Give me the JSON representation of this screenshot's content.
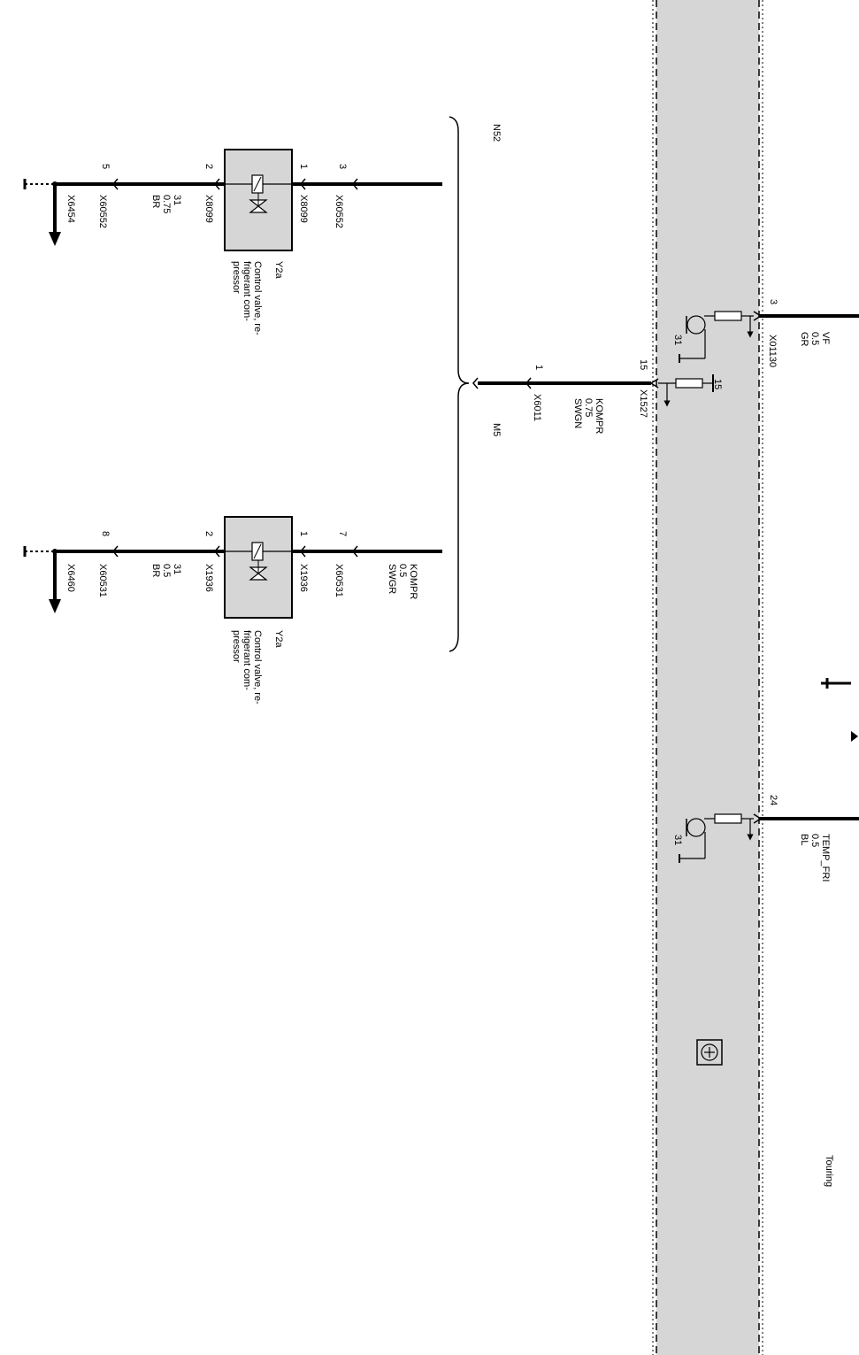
{
  "module": {
    "pin_vf": "3",
    "pin_komp": "15",
    "pin_temp": "24",
    "ground_31": "31",
    "terminal_15": "15"
  },
  "wires": {
    "vf": {
      "name": "VF",
      "size": "0.5",
      "color": "GR",
      "connector": "X01130"
    },
    "temp": {
      "name": "TEMP_FRI",
      "size": "0.5",
      "color": "BL"
    },
    "kompr_main": {
      "name": "KOMPR",
      "size": "0.75",
      "color": "SWGN",
      "connector_module": "X1527",
      "pin_splice": "1",
      "connector_splice": "X6011"
    }
  },
  "variants": {
    "n52": "N52",
    "m5": "M5",
    "touring": "Touring"
  },
  "valve_a": {
    "ref": "Y2a",
    "desc1": "Control valve, re-",
    "desc2": "frigerant com-",
    "desc3": "pressor",
    "pin_top_outer": "3",
    "pin_top_inner": "1",
    "conn_top_outer": "X60552",
    "conn_top_inner": "X8099",
    "pin_bot_inner": "2",
    "pin_bot_outer": "5",
    "conn_bot_inner": "X8099",
    "conn_bot_outer": "X60552",
    "gnd_wire": "31",
    "gnd_size": "0.75",
    "gnd_color": "BR",
    "gnd_point": "X6454"
  },
  "valve_b": {
    "ref": "Y2a",
    "desc1": "Control valve, re-",
    "desc2": "frigerant com-",
    "desc3": "pressor",
    "wire_name": "KOMPR",
    "wire_size": "0.5",
    "wire_color": "SWGR",
    "pin_top_outer": "7",
    "pin_top_inner": "1",
    "conn_top_outer": "X60531",
    "conn_top_inner": "X1936",
    "pin_bot_inner": "2",
    "pin_bot_outer": "8",
    "conn_bot_inner": "X1936",
    "conn_bot_outer": "X60531",
    "gnd_wire": "31",
    "gnd_size": "0.5",
    "gnd_color": "BR",
    "gnd_point": "X6460"
  }
}
